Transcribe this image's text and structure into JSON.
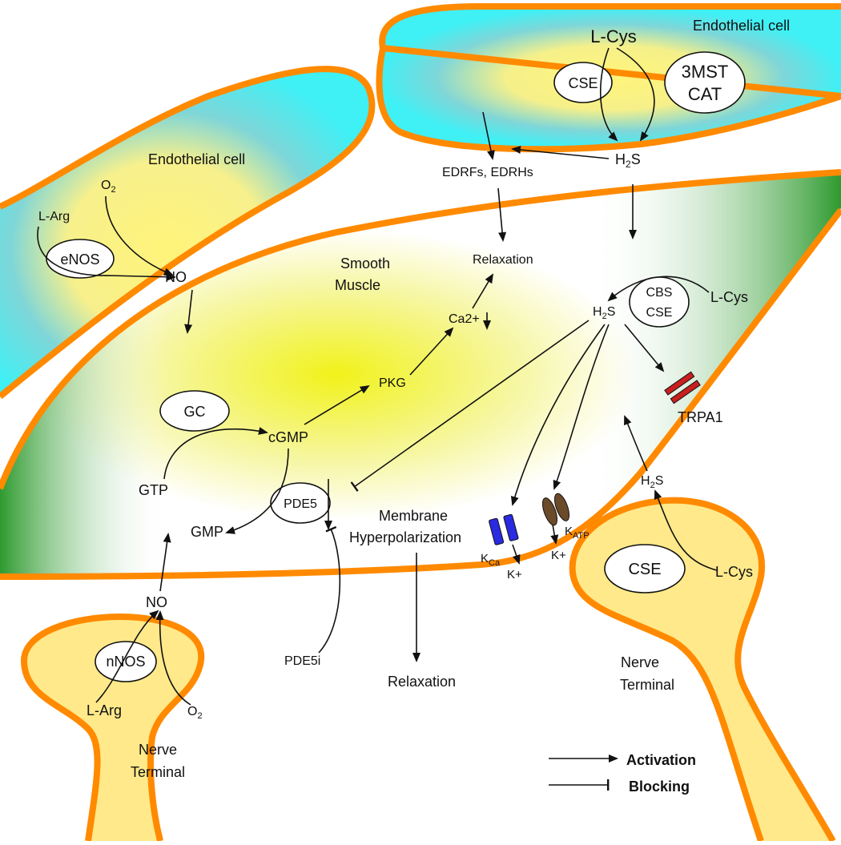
{
  "colors": {
    "membrane": "#ff8a00",
    "cyan": "#3ff0f5",
    "yellow": "#fff47a",
    "green": "#2e9a2e",
    "kca_channel": "#2a2ae0",
    "katp_channel": "#6b4a2a",
    "trpa1_channel": "#c8201e"
  },
  "regions": {
    "endothelial_right": "Endothelial cell",
    "endothelial_left": "Endothelial cell",
    "smooth_muscle_1": "Smooth",
    "smooth_muscle_2": "Muscle",
    "nerve_left_1": "Nerve",
    "nerve_left_2": "Terminal",
    "nerve_right_1": "Nerve",
    "nerve_right_2": "Terminal"
  },
  "nodes": {
    "cse_top": "CSE",
    "mst_cat_1": "3MST",
    "mst_cat_2": "CAT",
    "enos": "eNOS",
    "gc": "GC",
    "pde5": "PDE5",
    "cbs_cse_1": "CBS",
    "cbs_cse_2": "CSE",
    "cse_nerve": "CSE",
    "nnos": "nNOS"
  },
  "labels": {
    "lcys_top": "L-Cys",
    "h2s_top": "H",
    "edrf": "EDRFs, EDRHs",
    "relax_top": "Relaxation",
    "o2_top": "O",
    "larg_top": "L-Arg",
    "no_top": "NO",
    "ca": "Ca2+",
    "pkg": "PKG",
    "h2s_mid": "H",
    "lcys_mid": "L-Cys",
    "cgmp": "cGMP",
    "gtp": "GTP",
    "gmp": "GMP",
    "membrane_1": "Membrane",
    "membrane_2": "Hyperpolarization",
    "kca_k": "K",
    "kca_sub": "Ca",
    "katp_k": "K",
    "katp_sub": "ATP",
    "kplus_1": "K+",
    "kplus_2": "K+",
    "trpa1": "TRPA1",
    "h2s_low": "H",
    "lcys_low": "L-Cys",
    "no_bottom": "NO",
    "larg_bottom": "L-Arg",
    "o2_bottom": "O",
    "pde5i": "PDE5i",
    "relax_bottom": "Relaxation",
    "sub2": "2",
    "s": "S"
  },
  "legend": {
    "activation": "Activation",
    "blocking": "Blocking"
  }
}
